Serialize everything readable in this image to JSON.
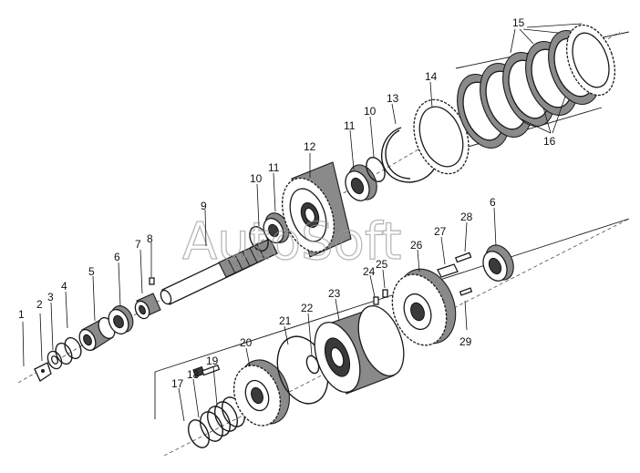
{
  "watermark": "AutoSoft",
  "callouts": [
    {
      "label": "1"
    },
    {
      "label": "2"
    },
    {
      "label": "3"
    },
    {
      "label": "4"
    },
    {
      "label": "5"
    },
    {
      "label": "6"
    },
    {
      "label": "7"
    },
    {
      "label": "8"
    },
    {
      "label": "9"
    },
    {
      "label": "10"
    },
    {
      "label": "11"
    },
    {
      "label": "12"
    },
    {
      "label": "10"
    },
    {
      "label": "11"
    },
    {
      "label": "13"
    },
    {
      "label": "14"
    },
    {
      "label": "15"
    },
    {
      "label": "16"
    },
    {
      "label": "6"
    },
    {
      "label": "28"
    },
    {
      "label": "27"
    },
    {
      "label": "26"
    },
    {
      "label": "25"
    },
    {
      "label": "24"
    },
    {
      "label": "23"
    },
    {
      "label": "22"
    },
    {
      "label": "21"
    },
    {
      "label": "20"
    },
    {
      "label": "19"
    },
    {
      "label": "18"
    },
    {
      "label": "17"
    },
    {
      "label": "29"
    }
  ]
}
